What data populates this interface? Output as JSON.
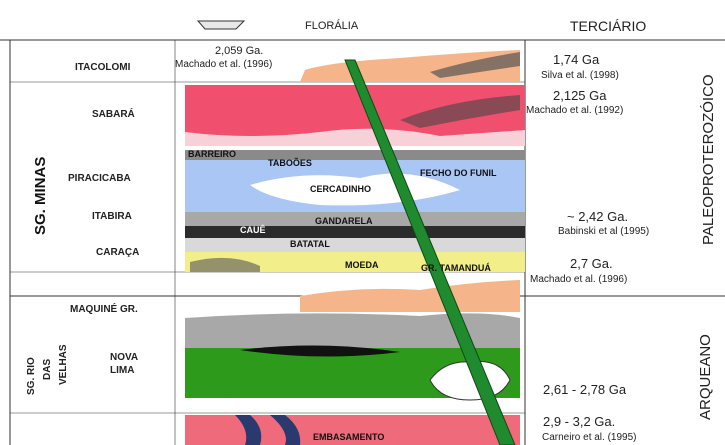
{
  "header": {
    "top_unit": "FLORÁLIA",
    "era": "TERCIÁRIO"
  },
  "groups": {
    "minas": "SG. MINAS",
    "rio_das_velhas": [
      "SG. RIO",
      "DAS",
      "VELHAS"
    ]
  },
  "eras": {
    "paleo": "PALEOPROTEROZÓICO",
    "arqueano": "ARQUEANO"
  },
  "units": {
    "itacolomi": "ITACOLOMI",
    "sabara": "SABARÁ",
    "piracicaba": "PIRACICABA",
    "itabira": "ITABIRA",
    "caraca": "CARAÇA",
    "maquine": "MAQUINÉ GR.",
    "nova_lima": [
      "NOVA",
      "LIMA"
    ]
  },
  "formations": {
    "barreiro": "BARREIRO",
    "taboes": "TABOÕES",
    "fecho_do_funil": "FECHO DO FUNIL",
    "cercadinho": "CERCADINHO",
    "gandarela": "GANDARELA",
    "caue": "CAUÊ",
    "batatal": "BATATAL",
    "moeda": "MOEDA",
    "gr_tamandua": "GR. TAMANDUÁ",
    "embasamento": "EMBASAMENTO"
  },
  "ages": {
    "itacolomi_left": {
      "age": "2,059 Ga.",
      "ref": "Machado et al. (1996)"
    },
    "a1": {
      "age": "1,74 Ga",
      "ref": "Silva et al. (1998)"
    },
    "a2": {
      "age": "2,125 Ga",
      "ref": "Machado et al. (1992)"
    },
    "a3": {
      "age": "~ 2,42 Ga.",
      "ref": "Babinski et al (1995)"
    },
    "a4": {
      "age": "2,7 Ga.",
      "ref": "Machado et al. (1996)"
    },
    "a5": {
      "age": "2,61 - 2,78 Ga"
    },
    "a6": {
      "age": "2,9 - 3,2 Ga.",
      "ref": "Carneiro et al. (1995)"
    }
  },
  "colors": {
    "sabara": "#f0506e",
    "itacolomi": "#f5b48a",
    "piracicaba": "#a9c6f5",
    "itabira_gray": "#a8a8a8",
    "caue": "#2b2b2b",
    "batatal": "#d9d9d9",
    "moeda": "#f2ee8a",
    "nova_lima": "#2e9a1c",
    "embasamento": "#ef6b7c",
    "dike": "#1f8a2e"
  }
}
